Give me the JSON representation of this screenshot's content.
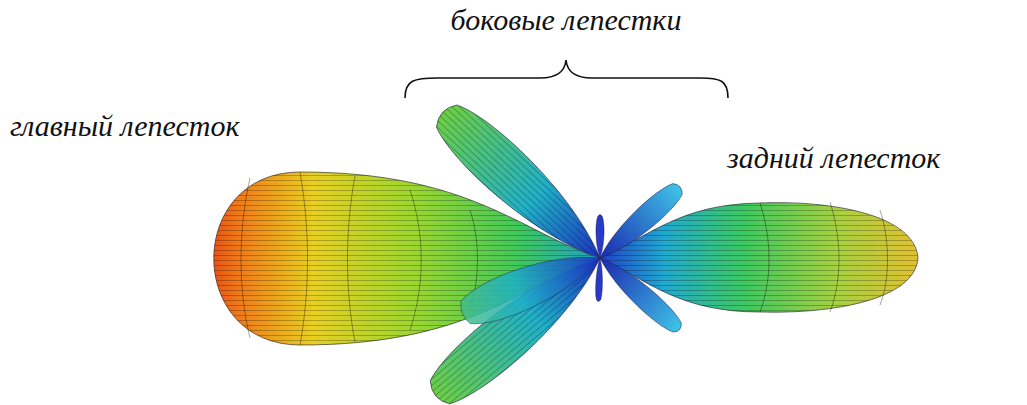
{
  "diagram": {
    "labels": [
      "боковые лепестки",
      "главный лепесток",
      "задний лепесток"
    ]
  }
}
